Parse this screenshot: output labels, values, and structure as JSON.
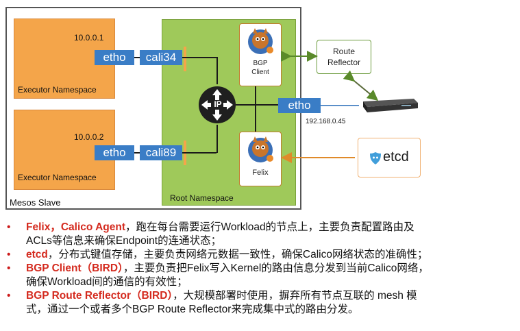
{
  "diagram": {
    "executor1": {
      "ip": "10.0.0.1",
      "label": "Executor Namespace",
      "eth": "etho",
      "cali": "cali34"
    },
    "executor2": {
      "ip": "10.0.0.2",
      "label": "Executor Namespace",
      "eth": "etho",
      "cali": "cali89"
    },
    "mesos_label": "Mesos Slave",
    "root_label": "Root Namespace",
    "router_label": "IP",
    "root_eth": "etho",
    "root_ip": "192.168.0.45",
    "bgp_client": {
      "line1": "BGP",
      "line2": "Client"
    },
    "felix": "Felix",
    "route_reflector": {
      "line1": "Route",
      "line2": "Reflector"
    },
    "etcd": "etcd"
  },
  "bullets": [
    {
      "bold": "Felix，Calico Agent",
      "line1": "，跑在每台需要运行Workload的节点上，主要负责配置路由及",
      "line2": "ACLs等信息来确保Endpoint的连通状态；"
    },
    {
      "bold": "etcd",
      "line1": "，分布式键值存储，主要负责网络元数据一致性，确保Calico网络状态的准确性；",
      "line2": ""
    },
    {
      "bold": "BGP Client（BIRD）",
      "line1": "，主要负责把Felix写入Kernel的路由信息分发到当前Calico网络，",
      "line2": "确保Workload间的通信的有效性；"
    },
    {
      "bold": "BGP Route Reflector（BIRD）",
      "line1": "，大规模部署时使用，摒弃所有节点互联的 mesh 模",
      "line2": "式，通过一个或者多个BGP Route Reflector来完成集中式的路由分发。"
    }
  ],
  "colors": {
    "accent_red": "#d42a1e",
    "iface_blue": "#3a7dc6",
    "namespace_orange": "#f4a54a",
    "root_green": "#9fc95a"
  }
}
